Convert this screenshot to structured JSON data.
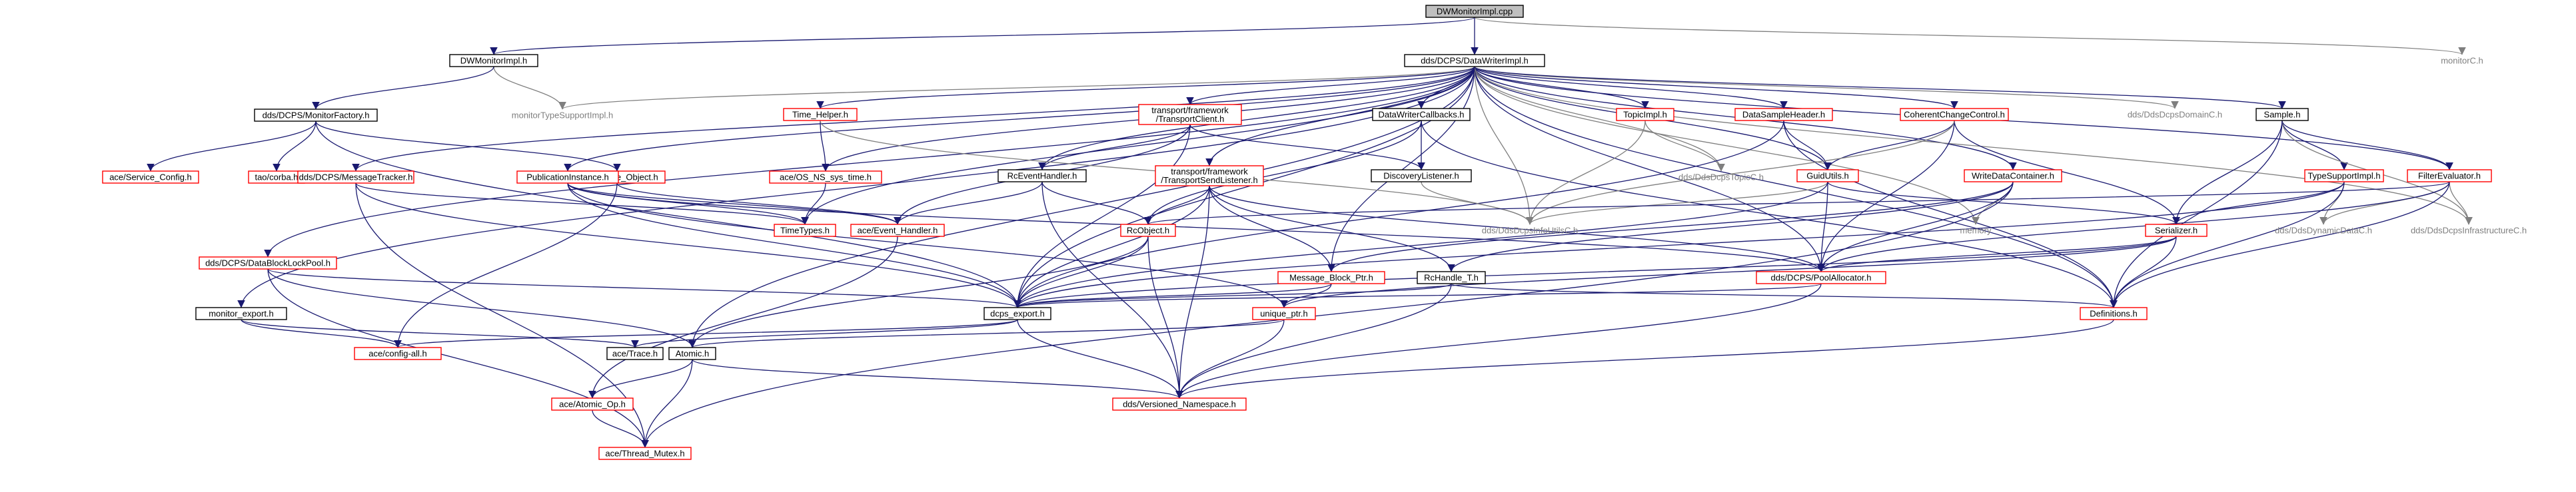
{
  "graph": {
    "nodes": [
      {
        "id": "root",
        "lines": [
          "DWMonitorImpl.cpp"
        ],
        "kind": "root"
      },
      {
        "id": "dwmon",
        "lines": [
          "DWMonitorImpl.h"
        ],
        "kind": "plain"
      },
      {
        "id": "dwi",
        "lines": [
          "dds/DCPS/DataWriterImpl.h"
        ],
        "kind": "plain"
      },
      {
        "id": "monc",
        "lines": [
          "monitorC.h"
        ],
        "kind": "leaf"
      },
      {
        "id": "mts",
        "lines": [
          "monitorTypeSupportImpl.h"
        ],
        "kind": "leaf"
      },
      {
        "id": "mfac",
        "lines": [
          "dds/DCPS/MonitorFactory.h"
        ],
        "kind": "plain"
      },
      {
        "id": "svccfg",
        "lines": [
          "ace/Service_Config.h"
        ],
        "kind": "linked"
      },
      {
        "id": "taocorba",
        "lines": [
          "tao/corba.h"
        ],
        "kind": "linked"
      },
      {
        "id": "svcobj",
        "lines": [
          "ace/Service_Object.h"
        ],
        "kind": "linked"
      },
      {
        "id": "msgtrk",
        "lines": [
          "dds/DCPS/MessageTracker.h"
        ],
        "kind": "linked"
      },
      {
        "id": "pubinst",
        "lines": [
          "PublicationInstance.h"
        ],
        "kind": "linked"
      },
      {
        "id": "tfclient",
        "lines": [
          "transport/framework",
          "/TransportClient.h"
        ],
        "kind": "linked"
      },
      {
        "id": "timehelp",
        "lines": [
          "Time_Helper.h"
        ],
        "kind": "linked"
      },
      {
        "id": "osns",
        "lines": [
          "ace/OS_NS_sys_time.h"
        ],
        "kind": "linked"
      },
      {
        "id": "dwcb",
        "lines": [
          "DataWriterCallbacks.h"
        ],
        "kind": "plain"
      },
      {
        "id": "topicimpl",
        "lines": [
          "TopicImpl.h"
        ],
        "kind": "linked"
      },
      {
        "id": "dsh",
        "lines": [
          "DataSampleHeader.h"
        ],
        "kind": "linked"
      },
      {
        "id": "ccc",
        "lines": [
          "CoherentChangeControl.h"
        ],
        "kind": "linked"
      },
      {
        "id": "domainc",
        "lines": [
          "dds/DdsDcpsDomainC.h"
        ],
        "kind": "leaf"
      },
      {
        "id": "sample",
        "lines": [
          "Sample.h"
        ],
        "kind": "plain"
      },
      {
        "id": "rceh",
        "lines": [
          "RcEventHandler.h"
        ],
        "kind": "plain"
      },
      {
        "id": "dlisten",
        "lines": [
          "DiscoveryListener.h"
        ],
        "kind": "plain"
      },
      {
        "id": "topicc",
        "lines": [
          "dds/DdsDcpsTopicC.h"
        ],
        "kind": "leaf"
      },
      {
        "id": "guidutils",
        "lines": [
          "GuidUtils.h"
        ],
        "kind": "linked"
      },
      {
        "id": "wdc",
        "lines": [
          "WriteDataContainer.h"
        ],
        "kind": "linked"
      },
      {
        "id": "tsi",
        "lines": [
          "TypeSupportImpl.h"
        ],
        "kind": "linked"
      },
      {
        "id": "fe",
        "lines": [
          "FilterEvaluator.h"
        ],
        "kind": "linked"
      },
      {
        "id": "tsl",
        "lines": [
          "transport/framework",
          "/TransportSendListener.h"
        ],
        "kind": "linked"
      },
      {
        "id": "dblp",
        "lines": [
          "dds/DCPS/DataBlockLockPool.h"
        ],
        "kind": "linked"
      },
      {
        "id": "timetypes",
        "lines": [
          "TimeTypes.h"
        ],
        "kind": "linked"
      },
      {
        "id": "aceeh",
        "lines": [
          "ace/Event_Handler.h"
        ],
        "kind": "linked"
      },
      {
        "id": "rcobject",
        "lines": [
          "RcObject.h"
        ],
        "kind": "linked"
      },
      {
        "id": "infoutils",
        "lines": [
          "dds/DdsDcpsInfoUtilsC.h"
        ],
        "kind": "leaf"
      },
      {
        "id": "memory",
        "lines": [
          "memory"
        ],
        "kind": "leaf"
      },
      {
        "id": "serializer",
        "lines": [
          "Serializer.h"
        ],
        "kind": "linked"
      },
      {
        "id": "dyndata",
        "lines": [
          "dds/DdsDynamicDataC.h"
        ],
        "kind": "leaf"
      },
      {
        "id": "infrac",
        "lines": [
          "dds/DdsDcpsInfrastructureC.h"
        ],
        "kind": "leaf"
      },
      {
        "id": "mbptr",
        "lines": [
          "Message_Block_Ptr.h"
        ],
        "kind": "linked"
      },
      {
        "id": "rchandle",
        "lines": [
          "RcHandle_T.h"
        ],
        "kind": "plain"
      },
      {
        "id": "poolalloc",
        "lines": [
          "dds/DCPS/PoolAllocator.h"
        ],
        "kind": "linked"
      },
      {
        "id": "monexp",
        "lines": [
          "monitor_export.h"
        ],
        "kind": "plain"
      },
      {
        "id": "dcpsexp",
        "lines": [
          "dcps_export.h"
        ],
        "kind": "plain"
      },
      {
        "id": "uniqueptr",
        "lines": [
          "unique_ptr.h"
        ],
        "kind": "linked"
      },
      {
        "id": "definitions",
        "lines": [
          "Definitions.h"
        ],
        "kind": "linked"
      },
      {
        "id": "configall",
        "lines": [
          "ace/config-all.h"
        ],
        "kind": "linked"
      },
      {
        "id": "acetrace",
        "lines": [
          "ace/Trace.h"
        ],
        "kind": "plain"
      },
      {
        "id": "atomic",
        "lines": [
          "Atomic.h"
        ],
        "kind": "plain"
      },
      {
        "id": "aceatomic",
        "lines": [
          "ace/Atomic_Op.h"
        ],
        "kind": "linked"
      },
      {
        "id": "vns",
        "lines": [
          "dds/Versioned_Namespace.h"
        ],
        "kind": "linked"
      },
      {
        "id": "threadmutex",
        "lines": [
          "ace/Thread_Mutex.h"
        ],
        "kind": "linked"
      }
    ],
    "edge_colors": {
      "main": "#191970",
      "leaf": "#7f7f7f",
      "plain_border": "#000000",
      "linked_border": "#ff0000",
      "root_fill": "#bfbfbf"
    }
  }
}
